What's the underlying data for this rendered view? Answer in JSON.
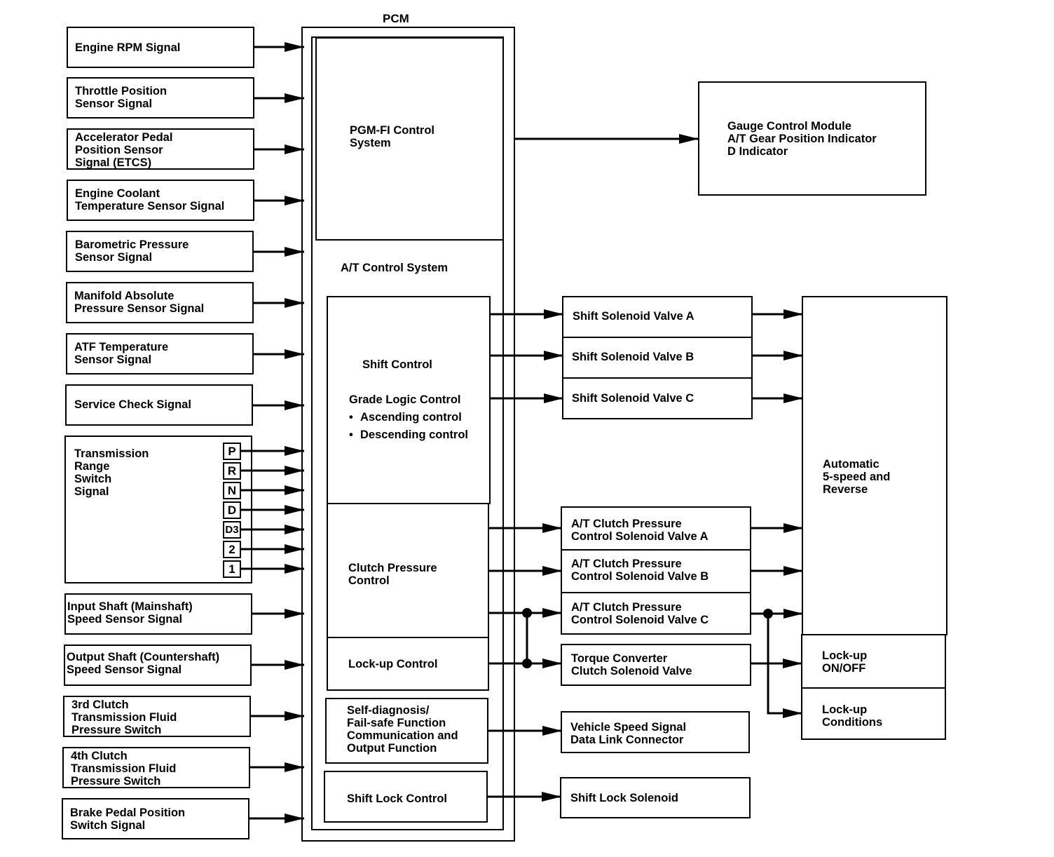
{
  "pcm": {
    "title": "PCM",
    "pgmfi": "PGM-FI Control\nSystem",
    "at_system": "A/T Control System",
    "shift_control": "Shift Control",
    "grade_logic": "Grade Logic Control",
    "ascending": "Ascending control",
    "descending": "Descending control",
    "clutch_pressure": "Clutch Pressure\nControl",
    "lockup_control": "Lock-up Control",
    "self_diag": "Self-diagnosis/\nFail-safe Function\nCommunication and\nOutput Function",
    "shift_lock_control": "Shift Lock Control"
  },
  "inputs": [
    {
      "id": "engine-rpm",
      "label": "Engine RPM Signal"
    },
    {
      "id": "throttle-position",
      "label": "Throttle Position\nSensor Signal"
    },
    {
      "id": "accelerator-pedal",
      "label": "Accelerator Pedal\nPosition Sensor\nSignal (ETCS)"
    },
    {
      "id": "engine-coolant",
      "label": "Engine Coolant\nTemperature Sensor Signal"
    },
    {
      "id": "barometric",
      "label": "Barometric Pressure\nSensor Signal"
    },
    {
      "id": "manifold",
      "label": "Manifold Absolute\nPressure Sensor Signal"
    },
    {
      "id": "atf-temp",
      "label": "ATF Temperature\nSensor Signal"
    },
    {
      "id": "service-check",
      "label": "Service Check Signal"
    },
    {
      "id": "transmission-range",
      "label": "Transmission\nRange\nSwitch\nSignal"
    },
    {
      "id": "input-shaft",
      "label": "Input Shaft (Mainshaft)\nSpeed Sensor Signal"
    },
    {
      "id": "output-shaft",
      "label": "Output Shaft (Countershaft)\nSpeed Sensor Signal"
    },
    {
      "id": "third-clutch",
      "label": "3rd Clutch\nTransmission Fluid\nPressure Switch"
    },
    {
      "id": "fourth-clutch",
      "label": "4th Clutch\nTransmission Fluid\nPressure Switch"
    },
    {
      "id": "brake-pedal",
      "label": "Brake Pedal Position\nSwitch Signal"
    }
  ],
  "range_positions": [
    "P",
    "R",
    "N",
    "D",
    "D3",
    "2",
    "1"
  ],
  "outputs": {
    "gauge": "Gauge Control Module\nA/T Gear Position Indicator\nD Indicator",
    "ssv_a": "Shift Solenoid Valve A",
    "ssv_b": "Shift Solenoid Valve B",
    "ssv_c": "Shift Solenoid Valve C",
    "cpc_a": "A/T Clutch Pressure\nControl Solenoid Valve A",
    "cpc_b": "A/T Clutch Pressure\nControl Solenoid Valve B",
    "cpc_c": "A/T Clutch Pressure\nControl Solenoid Valve C",
    "torque_converter": "Torque Converter\nClutch Solenoid Valve",
    "vehicle_speed": "Vehicle Speed Signal\nData Link Connector",
    "shift_lock_solenoid": "Shift Lock Solenoid"
  },
  "transmission": {
    "main": "Automatic\n5-speed and\nReverse",
    "lockup_onoff": "Lock-up\nON/OFF",
    "lockup_conditions": "Lock-up\nConditions"
  }
}
